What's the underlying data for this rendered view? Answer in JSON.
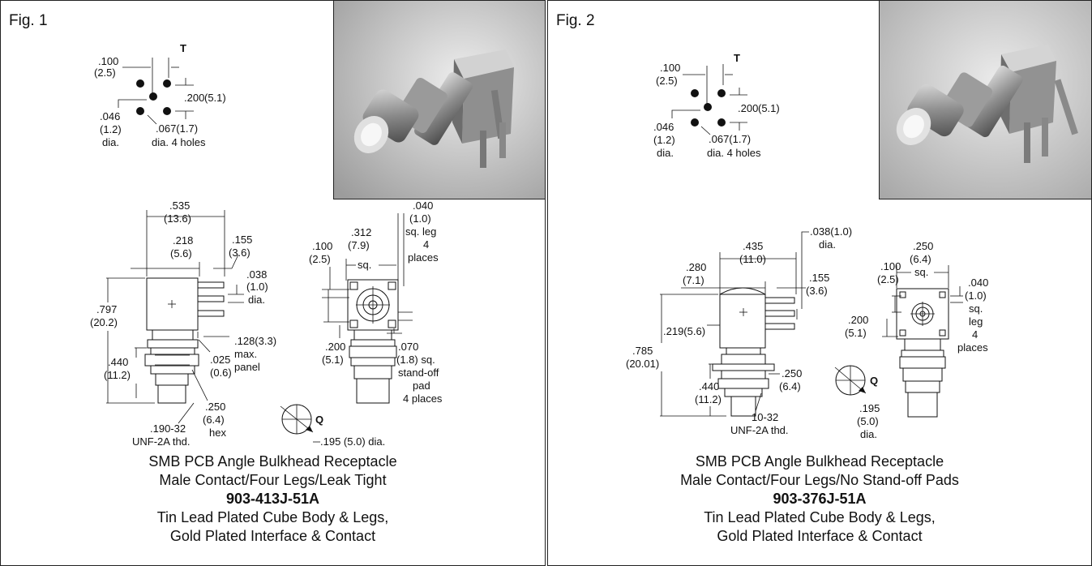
{
  "figures": [
    {
      "label": "Fig. 1",
      "hole_pattern": {
        "dim_100": ".100",
        "dim_100_mm": "(2.5)",
        "t": "T",
        "dim_200": ".200",
        "dim_200_mm": "(5.1)",
        "dim_046": ".046",
        "dim_046_mm": "(1.2)",
        "dia": "dia.",
        "dim_067": ".067(1.7)",
        "holes": "dia. 4 holes"
      },
      "side_view": {
        "d535": ".535",
        "d535mm": "(13.6)",
        "d218": ".218",
        "d218mm": "(5.6)",
        "d155": ".155",
        "d155mm": "(3.6)",
        "d038": ".038",
        "d038mm": "(1.0)",
        "d038dia": "dia.",
        "d797": ".797",
        "d797mm": "(20.2)",
        "d128": ".128(3.3)",
        "max": "max.",
        "panel": "panel",
        "d025": ".025",
        "d025mm": "(0.6)",
        "d440": ".440",
        "d440mm": "(11.2)",
        "d250": ".250",
        "d250mm": "(6.4)",
        "hex": "hex",
        "thread1": ".190-32",
        "thread2": "UNF-2A thd."
      },
      "front_view": {
        "d040": ".040",
        "d040mm": "(1.0)",
        "sqleg": "sq. leg",
        "four": "4",
        "places": "places",
        "d312": ".312",
        "d312mm": "(7.9)",
        "sq": "sq.",
        "d100": ".100",
        "d100mm": "(2.5)",
        "d200": ".200",
        "d200mm": "(5.1)",
        "d070": ".070",
        "d070b": "(1.8) sq.",
        "standoff": "stand-off",
        "pad": "pad",
        "places4": "4 places"
      },
      "q_symbol": {
        "q": "Q",
        "d195": ".195 (5.0) dia."
      },
      "caption": {
        "line1": "SMB PCB Angle Bulkhead Receptacle",
        "line2": "Male Contact/Four Legs/Leak Tight",
        "part_number": "903-413J-51A",
        "line4": "Tin Lead Plated Cube Body & Legs,",
        "line5": "Gold Plated Interface & Contact"
      }
    },
    {
      "label": "Fig. 2",
      "hole_pattern": {
        "dim_100": ".100",
        "dim_100_mm": "(2.5)",
        "t": "T",
        "dim_200": ".200",
        "dim_200_mm": "(5.1)",
        "dim_046": ".046",
        "dim_046_mm": "(1.2)",
        "dia": "dia.",
        "dim_067": ".067(1.7)",
        "holes": "dia. 4 holes"
      },
      "side_view": {
        "d038": ".038(1.0)",
        "d038dia": "dia.",
        "d435": ".435",
        "d435mm": "(11.0)",
        "d280": ".280",
        "d280mm": "(7.1)",
        "d155": ".155",
        "d155mm": "(3.6)",
        "d219": ".219(5.6)",
        "d785": ".785",
        "d785mm": "(20.01)",
        "d440": ".440",
        "d440mm": "(11.2)",
        "d250": ".250",
        "d250mm": "(6.4)",
        "thread1": "10-32",
        "thread2": "UNF-2A thd."
      },
      "front_view": {
        "d250": ".250",
        "d250mm": "(6.4)",
        "sq": "sq.",
        "d100": ".100",
        "d100mm": "(2.5)",
        "d040": ".040",
        "d040mm": "(1.0)",
        "sq2": "sq.",
        "leg": "leg",
        "four": "4",
        "places": "places",
        "d200": ".200",
        "d200mm": "(5.1)"
      },
      "q_symbol": {
        "q": "Q",
        "d195": ".195",
        "d195mm": "(5.0)",
        "dia": "dia."
      },
      "caption": {
        "line1": "SMB PCB Angle Bulkhead Receptacle",
        "line2": "Male Contact/Four Legs/No Stand-off Pads",
        "part_number": "903-376J-51A",
        "line4": "Tin Lead Plated Cube Body & Legs,",
        "line5": "Gold Plated Interface & Contact"
      }
    }
  ]
}
